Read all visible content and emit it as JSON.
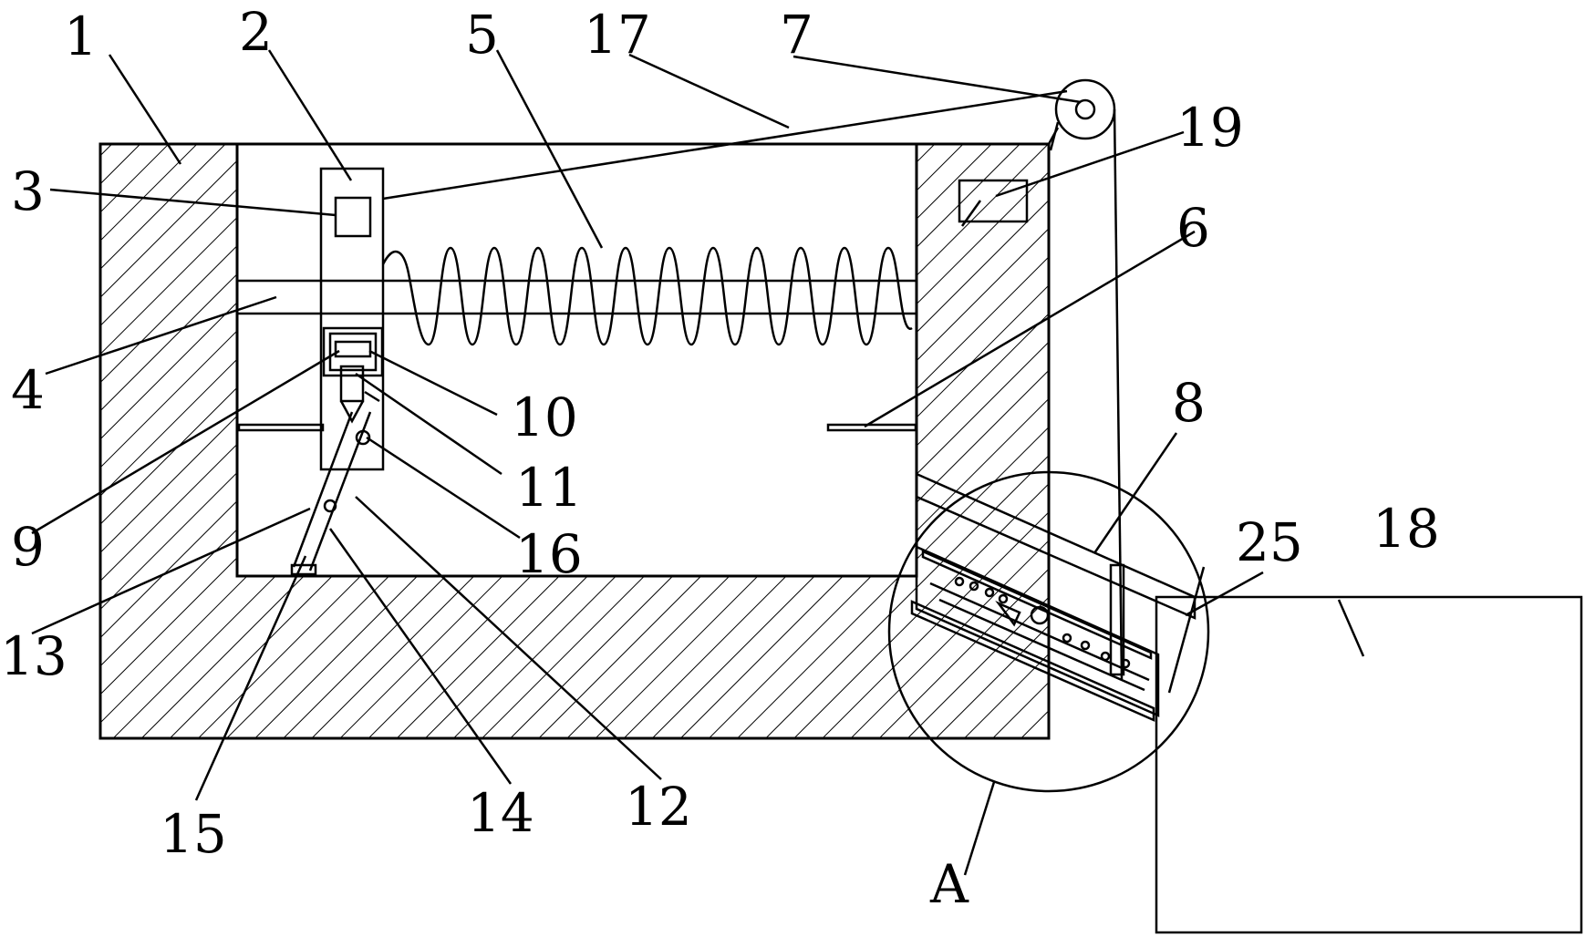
{
  "labels": {
    "l1": "1",
    "l2": "2",
    "l3": "3",
    "l4": "4",
    "l5": "5",
    "l6": "6",
    "l7": "7",
    "l8": "8",
    "l9": "9",
    "l10": "10",
    "l11": "11",
    "l12": "12",
    "l13": "13",
    "l14": "14",
    "l15": "15",
    "l16": "16",
    "l17": "17",
    "l18": "18",
    "l19": "19",
    "l25": "25",
    "lA": "A"
  },
  "colors": {
    "line": "#000000",
    "background": "#ffffff"
  }
}
